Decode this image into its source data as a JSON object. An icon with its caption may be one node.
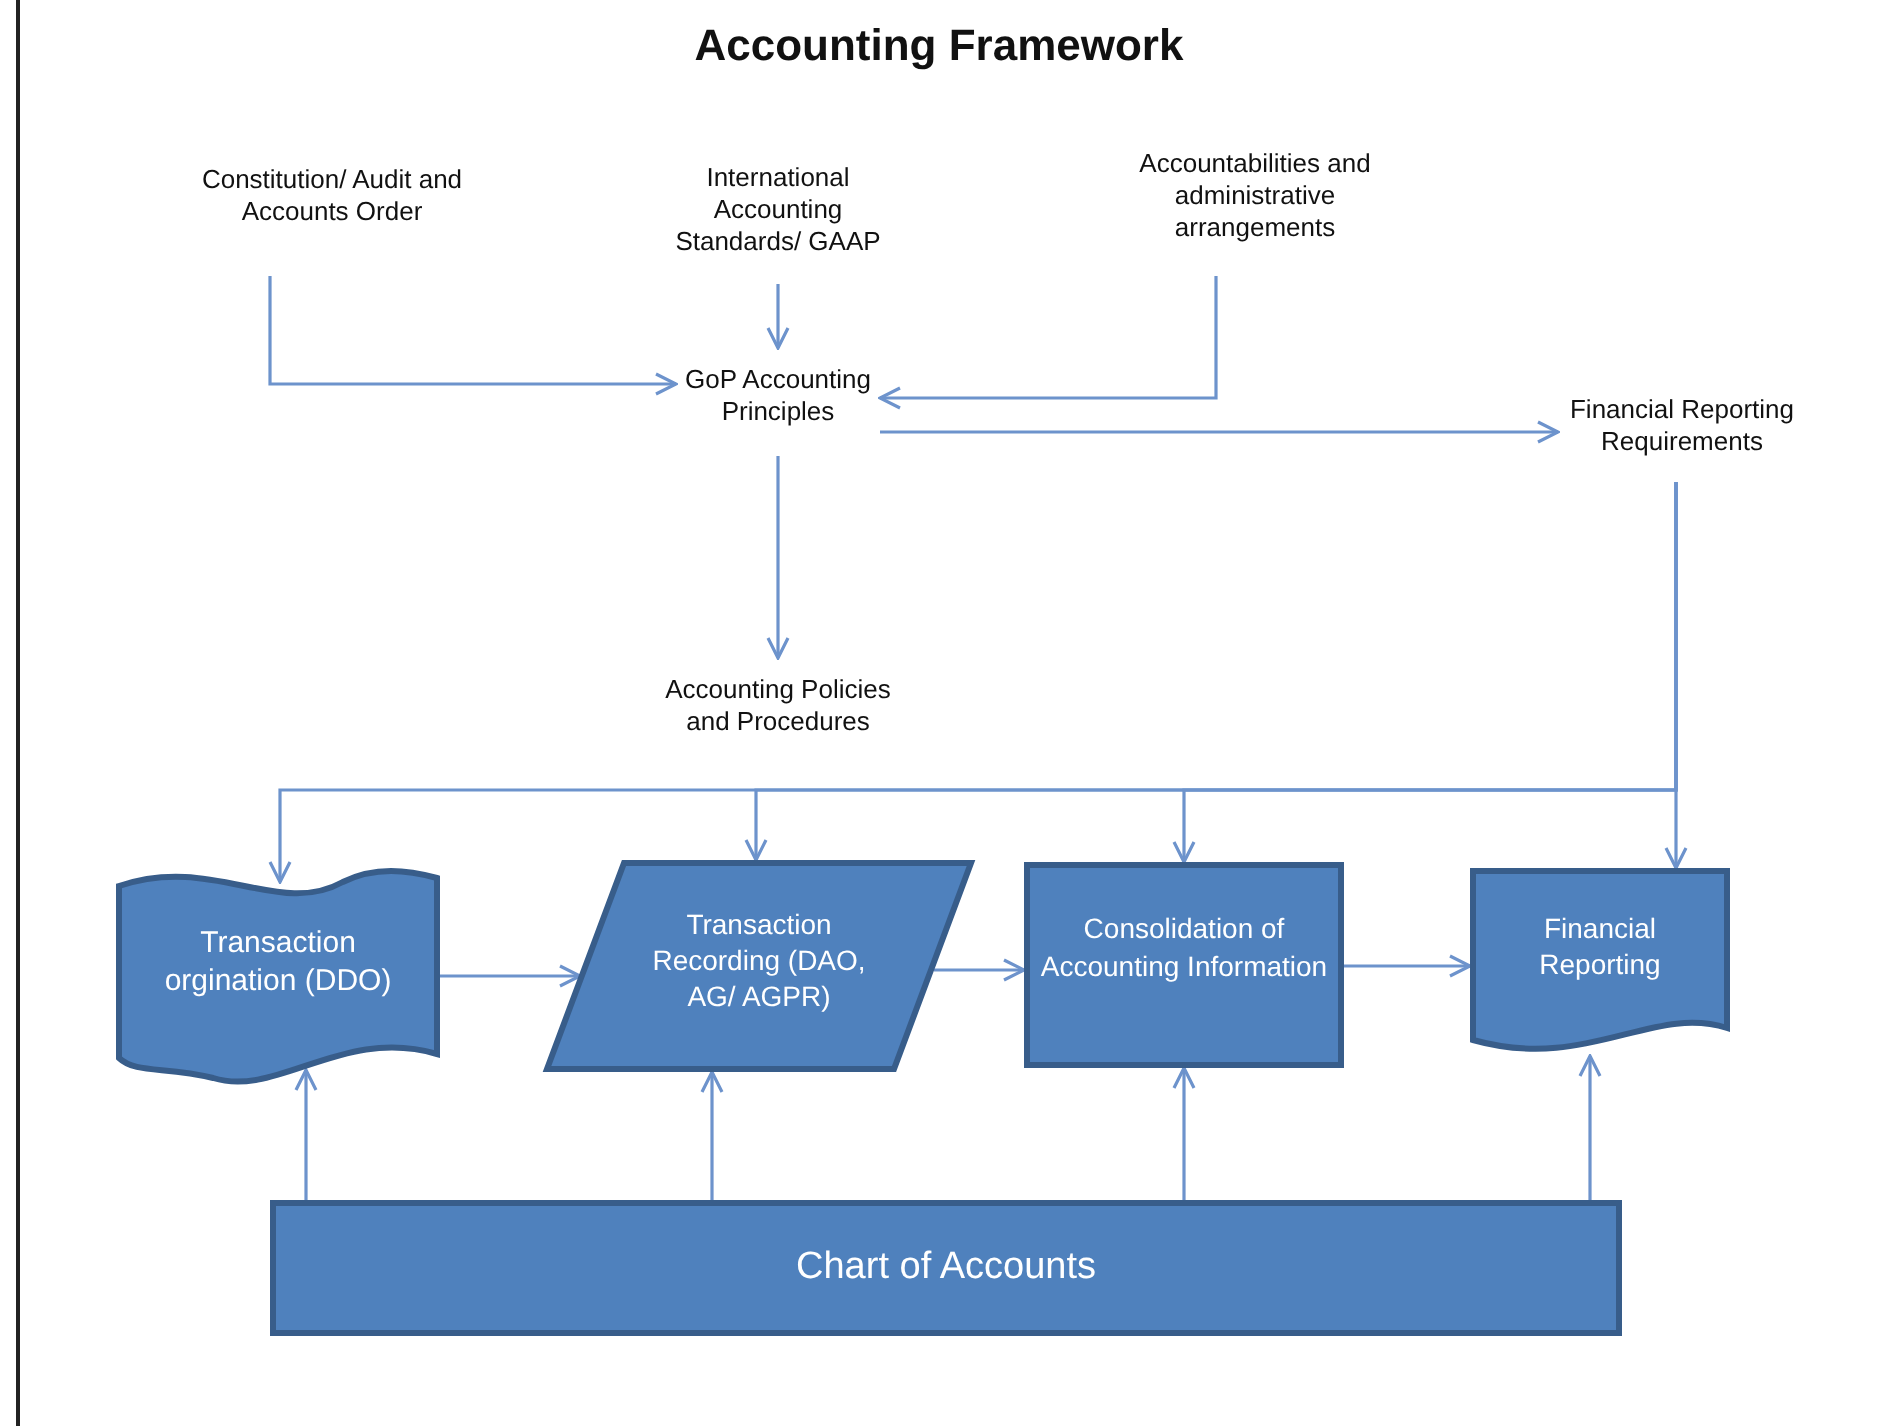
{
  "diagram": {
    "title": "Accounting Framework",
    "nodes": [
      {
        "text": [
          "Constitution/ Audit and Accounts Order"
        ]
      },
      {
        "text": [
          "International Accounting Standards/ GAAP"
        ]
      },
      {
        "text": [
          "Accountabilities and administrative arrangements"
        ]
      },
      {
        "text": [
          "GoP Accounting Principles"
        ]
      },
      {
        "text": [
          "Financial Reporting Requirements"
        ]
      },
      {
        "text": [
          "Accounting Policies and Procedures"
        ]
      },
      {
        "text": [
          "Transaction orgination (DDO)"
        ]
      },
      {
        "text": [
          "Transaction Recording (DAO, AG/ AGPR)"
        ]
      },
      {
        "text": [
          "Consolidation of Accounting Information"
        ]
      },
      {
        "text": [
          "Financial Reporting"
        ]
      },
      {
        "text": [
          "Chart of Accounts"
        ]
      }
    ],
    "edges": [
      {
        "from": 0,
        "to": 3,
        "arrow": "to"
      },
      {
        "from": 1,
        "to": 3,
        "arrow": "to"
      },
      {
        "from": 2,
        "to": 3,
        "arrow": "to"
      },
      {
        "from": 3,
        "to": 4,
        "arrow": "to"
      },
      {
        "from": 3,
        "to": 5,
        "arrow": "to"
      },
      {
        "from": 4,
        "to": 6,
        "arrow": "to"
      },
      {
        "from": 4,
        "to": 7,
        "arrow": "to"
      },
      {
        "from": 4,
        "to": 8,
        "arrow": "to"
      },
      {
        "from": 4,
        "to": 9,
        "arrow": "to"
      },
      {
        "from": 6,
        "to": 7,
        "arrow": "to"
      },
      {
        "from": 7,
        "to": 8,
        "arrow": "to"
      },
      {
        "from": 8,
        "to": 9,
        "arrow": "to"
      },
      {
        "from": 10,
        "to": 6,
        "arrow": "to"
      },
      {
        "from": 10,
        "to": 7,
        "arrow": "to"
      },
      {
        "from": 10,
        "to": 8,
        "arrow": "to"
      },
      {
        "from": 10,
        "to": 9,
        "arrow": "to"
      }
    ]
  }
}
